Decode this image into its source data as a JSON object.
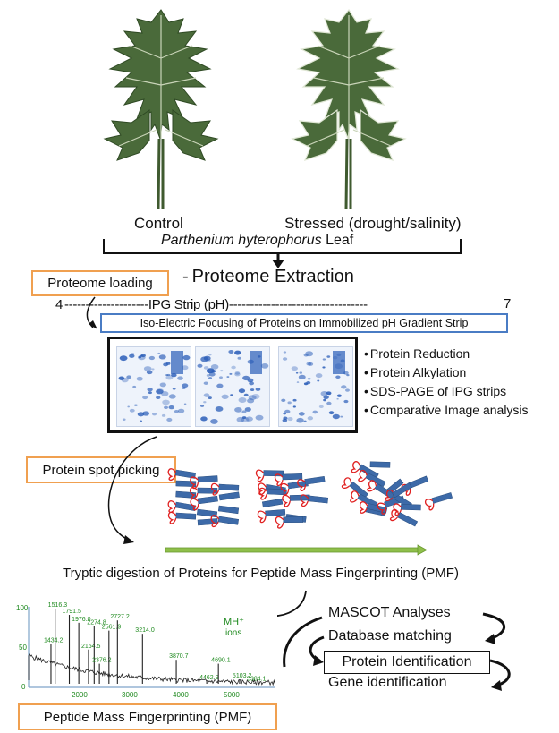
{
  "labels": {
    "control": "Control",
    "stressed": "Stressed (drought/salinity)",
    "species": "Parthenium hyterophorus",
    "leaf": "Leaf",
    "proteome_extraction": "Proteome Extraction",
    "proteome_loading": "Proteome loading",
    "ipg_min": "4",
    "ipg_label": "--------------------IPG Strip (pH)---------------------------------",
    "ipg_max": "7",
    "ief": "Iso-Electric Focusing of Proteins on Immobilized pH Gradient Strip",
    "spot_picking": "Protein spot picking",
    "tryptic": "Tryptic digestion of Proteins for Peptide Mass Fingerprinting (PMF)",
    "pmf_box": "Peptide Mass Fingerprinting (PMF)"
  },
  "steps": [
    "Protein Reduction",
    "Protein Alkylation",
    "SDS-PAGE of IPG strips",
    "Comparative Image analysis"
  ],
  "analysis": [
    "MASCOT Analyses",
    "Database matching",
    "Protein Identification",
    "Gene identification"
  ],
  "spectrum": {
    "ion_label": "MH⁺",
    "ion_label2": "ions",
    "y_ticks": [
      "100",
      "50",
      "0"
    ],
    "x_ticks": [
      "2000",
      "3000",
      "4000",
      "5000"
    ],
    "xlim": [
      1000,
      5800
    ],
    "peaks": [
      {
        "mz": 1434.2,
        "rel": 55,
        "label": "1434.2"
      },
      {
        "mz": 1516.3,
        "rel": 100,
        "label": "1516.3"
      },
      {
        "mz": 1791.5,
        "rel": 92,
        "label": "1791.5"
      },
      {
        "mz": 1976.0,
        "rel": 82,
        "label": "1976.0"
      },
      {
        "mz": 2164.5,
        "rel": 48,
        "label": "2164.5"
      },
      {
        "mz": 2274.8,
        "rel": 78,
        "label": "2274.8"
      },
      {
        "mz": 2376.2,
        "rel": 30,
        "label": "2376.2"
      },
      {
        "mz": 2561.9,
        "rel": 72,
        "label": "2561.9"
      },
      {
        "mz": 2727.2,
        "rel": 85,
        "label": "2727.2"
      },
      {
        "mz": 3214.0,
        "rel": 68,
        "label": "3214.0"
      },
      {
        "mz": 3870.7,
        "rel": 35,
        "label": "3870.7"
      },
      {
        "mz": 4462.9,
        "rel": 8,
        "label": "4462.9"
      },
      {
        "mz": 4690.1,
        "rel": 30,
        "label": "4690.1"
      },
      {
        "mz": 5103.2,
        "rel": 10,
        "label": "5103.2"
      },
      {
        "mz": 5384.1,
        "rel": 6,
        "label": "5384.1"
      }
    ]
  },
  "colors": {
    "orange_box": "#f0a050",
    "blue_box": "#4a7cc4",
    "leaf": "#4a6a3a",
    "gel_spots": "#2a5db8",
    "protein_rod": "#3d6aa8",
    "protein_loop": "#e02020",
    "green_arrow": "#8fbf4a",
    "peak_label": "#1f8a1f"
  }
}
